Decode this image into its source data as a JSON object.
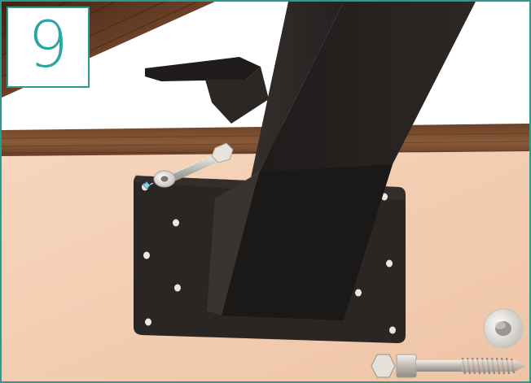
{
  "step": {
    "number": "9"
  },
  "colors": {
    "accent": "#2d9a8f",
    "step_number": "#2aa5a0",
    "wall": "#f3cdb1",
    "beam_wood": "#5a3520",
    "steel": "#2a2624",
    "hardware": "#d9d6d1"
  },
  "icons": {
    "mounting_plate": "post-base-plate",
    "post": "square-steel-post",
    "bracket": "angle-bracket",
    "fastener_in_use": "hex-lag-screw-with-washer",
    "parts_legend": [
      "washer",
      "hex-lag-screw"
    ]
  }
}
